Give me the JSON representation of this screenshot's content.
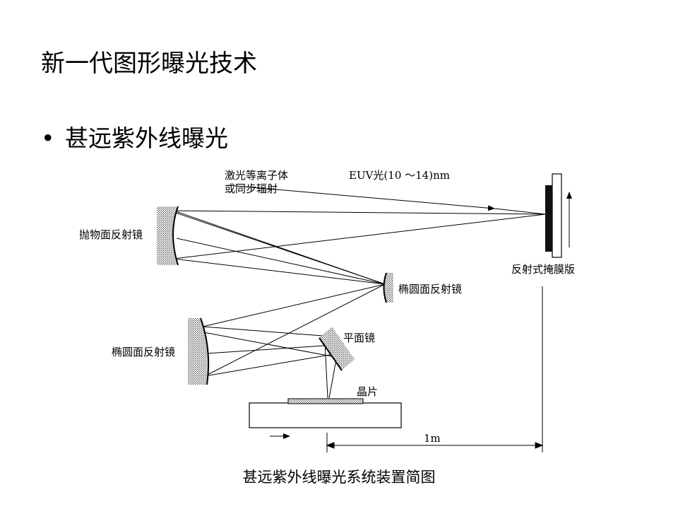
{
  "slide": {
    "title": "新一代图形曝光技术",
    "bullet": "甚远紫外线曝光",
    "bullet_marker": "•"
  },
  "diagram": {
    "source_label_line1": "激光等离子体",
    "source_label_line2": "或同步辐射",
    "euv_label": "EUV光(10 ～14)nm",
    "parabolic_mirror_label": "抛物面反射镜",
    "ellipsoidal_mirror_label_right": "椭圆面反射镜",
    "ellipsoidal_mirror_label_left": "椭圆面反射镜",
    "flat_mirror_label": "平面镜",
    "wafer_label": "晶片",
    "mask_label": "反射式掩膜版",
    "distance_label": "1m",
    "caption": "甚远紫外线曝光系统装置简图"
  }
}
